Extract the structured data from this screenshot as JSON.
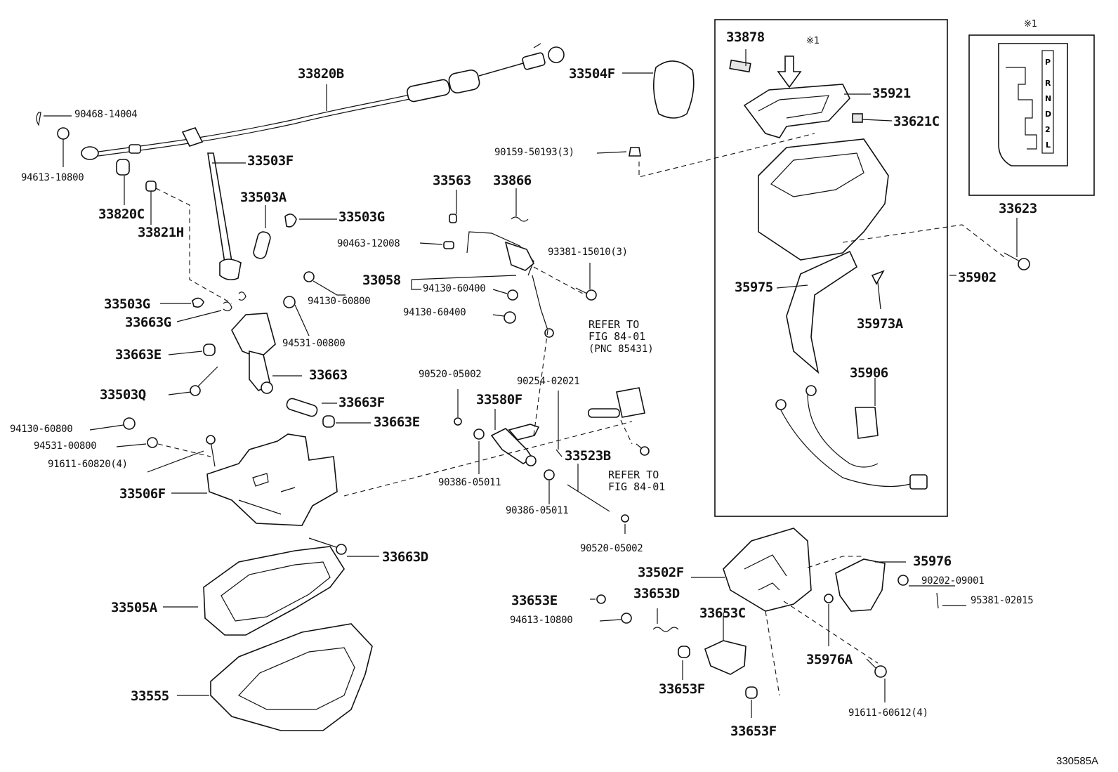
{
  "diagram_id": "330585A",
  "mark": "※1",
  "gate_letters": [
    "P",
    "R",
    "N",
    "D",
    "2",
    "L"
  ],
  "refs": {
    "ref1": [
      "REFER TO",
      "FIG 84-01",
      "(PNC 85431)"
    ],
    "ref2": [
      "REFER TO",
      "FIG 84-01"
    ]
  },
  "labels": {
    "l_33820B": "33820B",
    "l_90468": "90468-14004",
    "l_94613a": "94613-10800",
    "l_33820C": "33820C",
    "l_33821H": "33821H",
    "l_33503F": "33503F",
    "l_33503A": "33503A",
    "l_33503Ga": "33503G",
    "l_33503Gb": "33503G",
    "l_33663G": "33663G",
    "l_94130_60800a": "94130-60800",
    "l_94531a": "94531-00800",
    "l_33663E_a": "33663E",
    "l_33663": "33663",
    "l_33503Q": "33503Q",
    "l_33663F": "33663F",
    "l_33663E_b": "33663E",
    "l_94130_60800b": "94130-60800",
    "l_94531b": "94531-00800",
    "l_91611_60820": "91611-60820(4)",
    "l_33506F": "33506F",
    "l_33663D": "33663D",
    "l_33505A": "33505A",
    "l_33555": "33555",
    "l_33504F": "33504F",
    "l_90159": "90159-50193(3)",
    "l_33563": "33563",
    "l_33866": "33866",
    "l_90463": "90463-12008",
    "l_93381": "93381-15010(3)",
    "l_33058": "33058",
    "l_94130_60400a": "94130-60400",
    "l_94130_60400b": "94130-60400",
    "l_90520a": "90520-05002",
    "l_90254": "90254-02021",
    "l_33580F": "33580F",
    "l_33523B": "33523B",
    "l_90386a": "90386-05011",
    "l_90386b": "90386-05011",
    "l_90520b": "90520-05002",
    "l_33878": "33878",
    "l_35921": "35921",
    "l_33621C": "33621C",
    "l_35975": "35975",
    "l_35973A": "35973A",
    "l_35906": "35906",
    "l_35902": "35902",
    "l_33623": "33623",
    "l_33502F": "33502F",
    "l_35976": "35976",
    "l_90202": "90202-09001",
    "l_95381": "95381-02015",
    "l_33653E": "33653E",
    "l_94613b": "94613-10800",
    "l_33653D": "33653D",
    "l_33653C": "33653C",
    "l_35976A": "35976A",
    "l_33653Fa": "33653F",
    "l_33653Fb": "33653F",
    "l_91611_60612": "91611-60612(4)"
  }
}
